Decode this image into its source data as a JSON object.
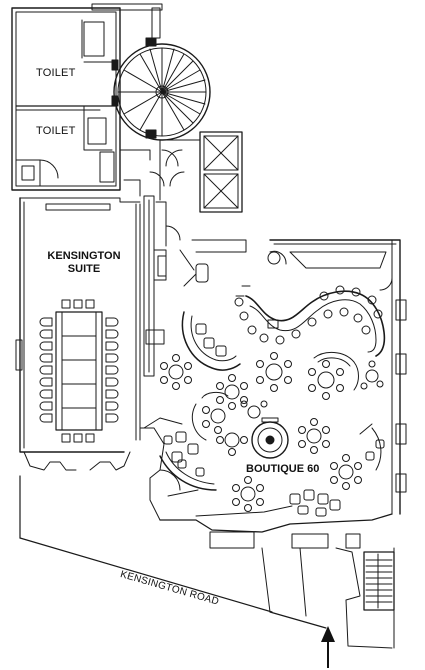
{
  "plan": {
    "labels": {
      "toilet_upper": "TOILET",
      "toilet_lower": "TOILET",
      "kensington_suite_line1": "KENSINGTON",
      "kensington_suite_line2": "SUITE",
      "boutique": "BOUTIQUE 60",
      "road": "KENSINGTON ROAD"
    },
    "icons": {
      "entrance": "arrow-up-icon"
    },
    "colors": {
      "line": "#1a1a1a",
      "background": "#ffffff"
    }
  }
}
